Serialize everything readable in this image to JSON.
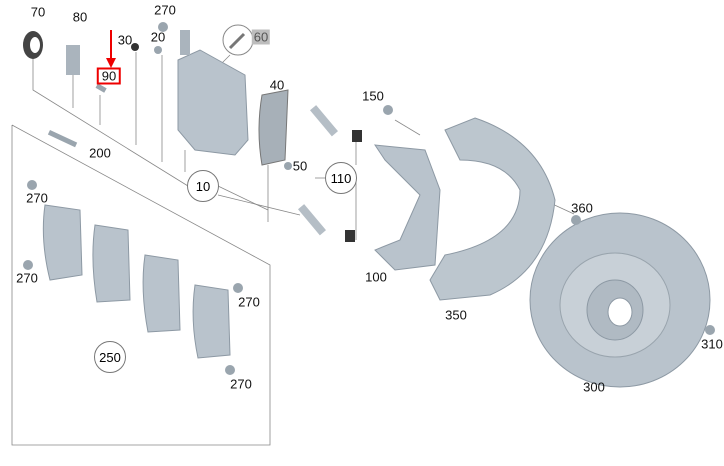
{
  "colors": {
    "part": "#b9c3cc",
    "part_dark": "#8d99a4",
    "line": "#777777",
    "highlight": "#e00000",
    "arrow": "#e00000"
  },
  "labels": {
    "p70": "70",
    "p80": "80",
    "p270a": "270",
    "p30": "30",
    "p20": "20",
    "p60": "60",
    "p90": "90",
    "p40": "40",
    "p150": "150",
    "p200": "200",
    "p50": "50",
    "p10": "10",
    "p110": "110",
    "p360": "360",
    "p270b": "270",
    "p270c": "270",
    "p270d": "270",
    "p250": "250",
    "p270e": "270",
    "p100": "100",
    "p350": "350",
    "p310": "310",
    "p300": "300"
  }
}
